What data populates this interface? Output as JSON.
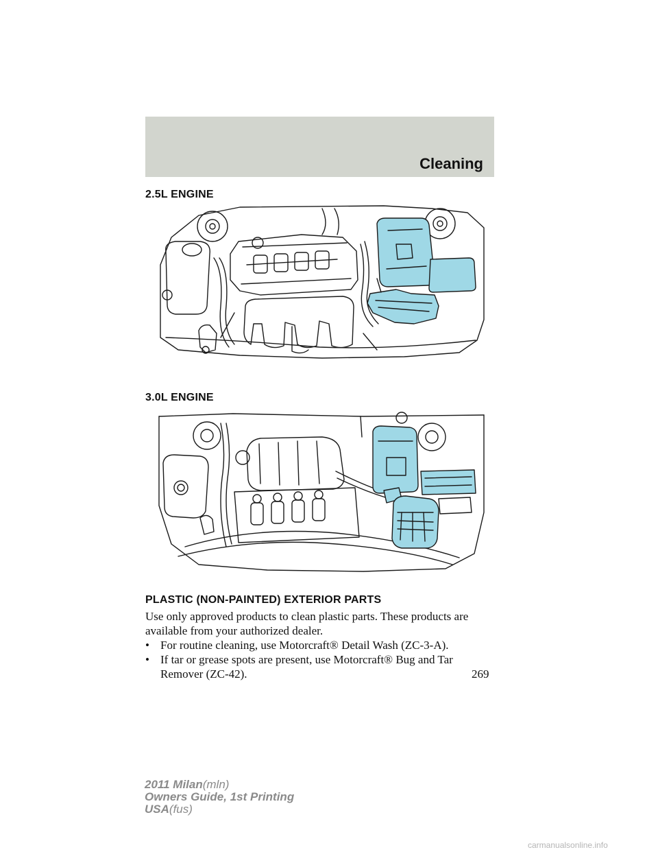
{
  "header": {
    "section_title": "Cleaning"
  },
  "figures": [
    {
      "heading": "2.5L ENGINE"
    },
    {
      "heading": "3.0L ENGINE"
    }
  ],
  "content": {
    "heading": "PLASTIC (NON-PAINTED) EXTERIOR PARTS",
    "paragraph": "Use only approved products to clean plastic parts. These products are available from your authorized dealer.",
    "bullet_symbol": "•",
    "bullets": [
      "For routine cleaning, use Motorcraft® Detail Wash (ZC-3-A).",
      "If tar or grease spots are present, use Motorcraft® Bug and Tar Remover (ZC-42)."
    ]
  },
  "page_number": "269",
  "footer": {
    "line1_bold": "2011 Milan",
    "line1_light": "(mln)",
    "line2": "Owners Guide, 1st Printing",
    "line3_bold": "USA",
    "line3_light": "(fus)"
  },
  "watermark": "carmanualsonline.info",
  "colors": {
    "header_band": "#d2d5ce",
    "highlight": "#9fd8e6",
    "line": "#1a1a1a"
  }
}
